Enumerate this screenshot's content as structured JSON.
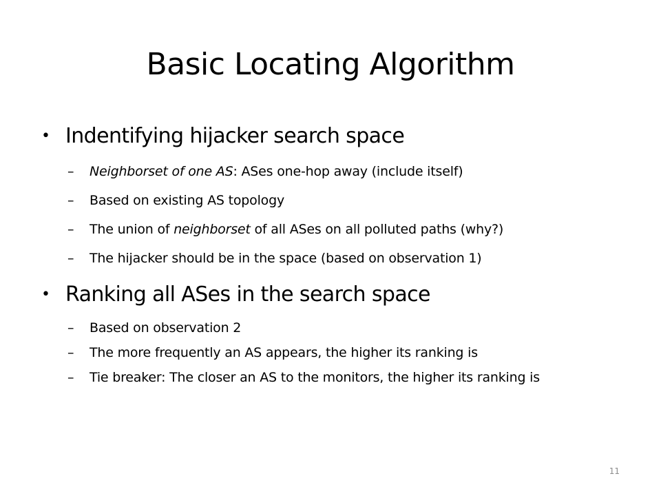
{
  "title": "Basic Locating Algorithm",
  "bullets": [
    {
      "text": "Indentifying hijacker search space",
      "subitems": [
        {
          "italic": "Neighborset of one AS",
          "rest": ": ASes one-hop away (include itself)"
        },
        {
          "text": "Based on existing AS topology"
        },
        {
          "pre": "The union of ",
          "italic": "neighborset",
          "post": " of all ASes on all polluted paths (why?)"
        },
        {
          "text": "The hijacker should be in the space (based on observation 1)"
        }
      ]
    },
    {
      "text": "Ranking all ASes in the search space",
      "subitems": [
        {
          "text": "Based on observation 2"
        },
        {
          "text": "The more frequently an AS appears, the higher its ranking is"
        },
        {
          "text": "Tie breaker: The closer an AS to the monitors, the higher its ranking is"
        }
      ]
    }
  ],
  "slide_number": "11",
  "bullet_glyph": "•",
  "dash_glyph": "–"
}
